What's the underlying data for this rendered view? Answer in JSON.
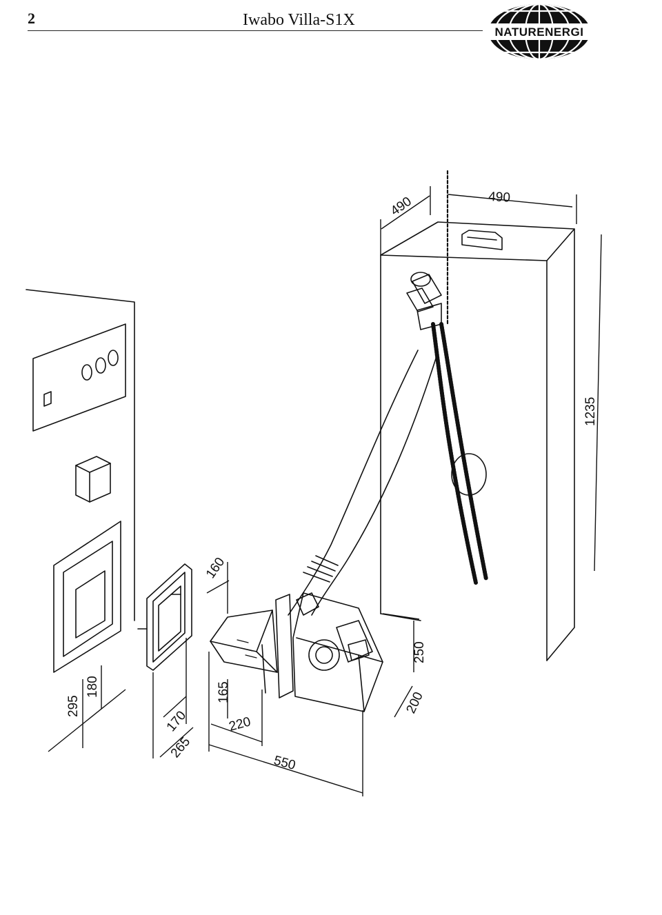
{
  "header": {
    "page_number": "2",
    "title": "Iwabo Villa-S1X",
    "logo_text": "NATURENERGI"
  },
  "drawing": {
    "dimensions": {
      "hopper_depth": "490",
      "hopper_width": "490",
      "hopper_height": "1235",
      "burner_tube_depth": "160",
      "burner_height": "250",
      "burner_body_depth": "200",
      "tube_height": "165",
      "tube_length": "220",
      "burner_total_length": "550",
      "flange_width": "170",
      "flange_total_width": "265",
      "opening_height": "180",
      "boiler_opening_height": "295"
    }
  }
}
